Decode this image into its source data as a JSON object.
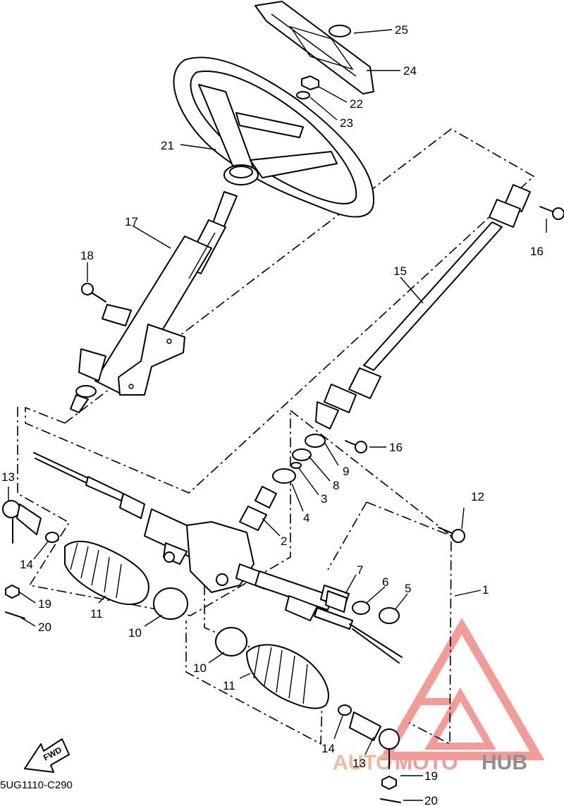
{
  "diagram": {
    "code": "5UG1110-C290",
    "fwd_label": "FWD",
    "watermark": {
      "part1": "AUTO",
      "part2": "MOTO",
      "part3": "HUB",
      "colors": {
        "auto": "#f5b99a",
        "moto": "#f59a96",
        "hub": "#8f8f8f",
        "triangle": "#f28b86"
      }
    },
    "callouts": [
      {
        "id": "c25a",
        "text": "25"
      },
      {
        "id": "c24a",
        "text": "24"
      },
      {
        "id": "c22a",
        "text": "22"
      },
      {
        "id": "c23a",
        "text": "23"
      },
      {
        "id": "c21a",
        "text": "21"
      },
      {
        "id": "c17a",
        "text": "17"
      },
      {
        "id": "c16a",
        "text": "16"
      },
      {
        "id": "c18a",
        "text": "18"
      },
      {
        "id": "c15a",
        "text": "15"
      },
      {
        "id": "c16b",
        "text": "16"
      },
      {
        "id": "c9a",
        "text": "9"
      },
      {
        "id": "c8a",
        "text": "8"
      },
      {
        "id": "c3a",
        "text": "3"
      },
      {
        "id": "c4a",
        "text": "4"
      },
      {
        "id": "c2a",
        "text": "2"
      },
      {
        "id": "c12a",
        "text": "12"
      },
      {
        "id": "c13a",
        "text": "13"
      },
      {
        "id": "c14a",
        "text": "14"
      },
      {
        "id": "c19a",
        "text": "19"
      },
      {
        "id": "c20a",
        "text": "20"
      },
      {
        "id": "c11a",
        "text": "11"
      },
      {
        "id": "c10a",
        "text": "10"
      },
      {
        "id": "c7a",
        "text": "7"
      },
      {
        "id": "c6a",
        "text": "6"
      },
      {
        "id": "c5a",
        "text": "5"
      },
      {
        "id": "c1a",
        "text": "1"
      },
      {
        "id": "c10b",
        "text": "10"
      },
      {
        "id": "c11b",
        "text": "11"
      },
      {
        "id": "c14b",
        "text": "14"
      },
      {
        "id": "c13b",
        "text": "13"
      },
      {
        "id": "c19b",
        "text": "19"
      },
      {
        "id": "c20b",
        "text": "20"
      }
    ]
  }
}
